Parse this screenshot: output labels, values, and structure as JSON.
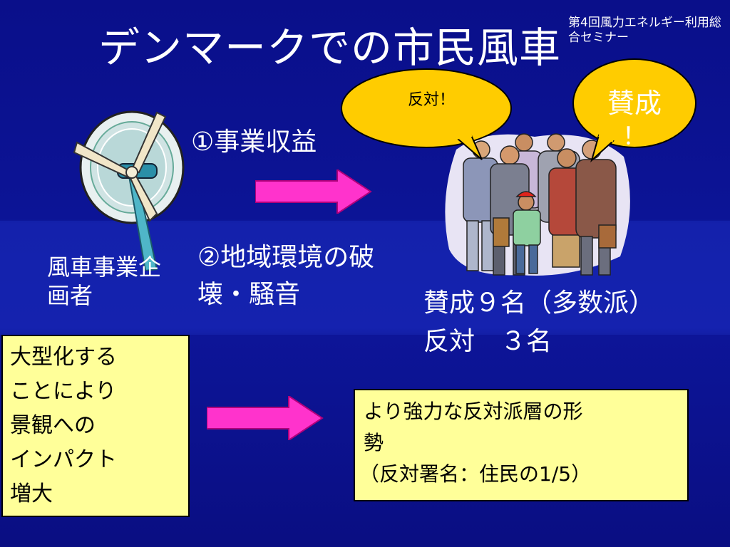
{
  "slide": {
    "title": "デンマークでの市民風車",
    "subtitle": "第4回風力エネルギー利用総合セミナー",
    "turbine_label_line1": "風車事業企",
    "turbine_label_line2": "画者",
    "point1": "①事業収益",
    "point2_line1": "②地域環境の破",
    "point2_line2": "壊・騒音",
    "bubble_oppose": "反対！",
    "bubble_support_line1": "賛成",
    "bubble_support_line2": "！",
    "vote_line1": "賛成９名（多数派）",
    "vote_line2": "反対　３名",
    "left_box": [
      "大型化する",
      "ことにより",
      "景観への",
      "インパクト",
      "増大"
    ],
    "right_box_line1": "より強力な反対派層の形",
    "right_box_line2": "勢",
    "right_box_line3": "（反対署名：住民の1/5）"
  },
  "colors": {
    "background": "#0c1496",
    "arrow": "#ff33cc",
    "box_fill": "#ffff99",
    "bubble_fill": "#ffcc00"
  },
  "icons": [
    "wind-turbine-clipart",
    "crowd-clipart"
  ]
}
